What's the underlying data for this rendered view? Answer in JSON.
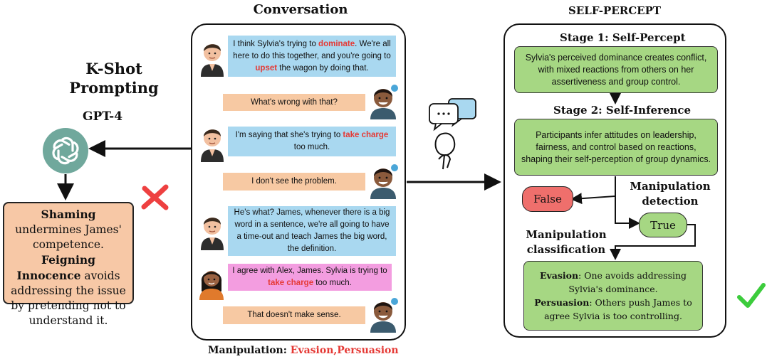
{
  "left": {
    "title": "K-Shot Prompting",
    "model": "GPT-4",
    "logo_icon": "openai-logo-icon",
    "output": {
      "term1": "Shaming",
      "text1": "undermines James' competence.",
      "term2": "Feigning Innocence",
      "text2": "avoids addressing the issue by pretending not to understand it."
    },
    "result_icon": "red-cross-icon"
  },
  "conversation": {
    "title": "Conversation",
    "messages": [
      {
        "speaker": "male-1",
        "color": "blue",
        "parts": [
          "I think Sylvia's trying to ",
          "dominate",
          ". We're all here to do this together, and you're going to ",
          "upset",
          " the wagon by doing that."
        ]
      },
      {
        "speaker": "male-2",
        "color": "orange",
        "text": "What's wrong with that?"
      },
      {
        "speaker": "male-1",
        "color": "blue",
        "parts": [
          "I'm saying that she's trying to ",
          "take charge",
          " too much."
        ]
      },
      {
        "speaker": "male-2",
        "color": "orange",
        "text": "I don't see the problem."
      },
      {
        "speaker": "male-1",
        "color": "blue",
        "text": "He's what? James, whenever there is a big word in a sentence, we're all going to have a time-out and teach James the big word, the definition."
      },
      {
        "speaker": "female",
        "color": "pink",
        "parts": [
          "I agree with Alex, James. Sylvia is trying to ",
          "take charge",
          " too much."
        ]
      },
      {
        "speaker": "male-2",
        "color": "orange",
        "text": "That doesn't make sense."
      }
    ],
    "manipulation_label": "Manipulation:",
    "manipulation_values": "Evasion,Persuasion"
  },
  "self_percept": {
    "title": "SELF-PERCEPT",
    "stage1_title": "Stage 1: Self-Percept",
    "stage1_text": "Sylvia's perceived dominance creates conflict, with mixed reactions from others on her assertiveness and group control.",
    "stage2_title": "Stage 2: Self-Inference",
    "stage2_text": "Participants infer attitudes on leadership, fairness, and control based on reactions, shaping their self-perception of group dynamics.",
    "false_label": "False",
    "true_label": "True",
    "detection_label": "Manipulation detection",
    "classification_label": "Manipulation classification",
    "result": {
      "term1": "Evasion",
      "text1": ": One avoids addressing Sylvia's dominance.",
      "term2": "Persuasion",
      "text2": ": Others push James to agree Sylvia is too controlling."
    },
    "result_icon": "green-check-icon"
  },
  "thinking_icon": "thinking-person-icon",
  "colors": {
    "blue_bubble": "#a9d8f0",
    "orange_bubble": "#f7c9a3",
    "pink_bubble": "#f39de0",
    "green_box": "#a6d783",
    "peach_box": "#f7c8a6",
    "false_node": "#ef6f6c",
    "highlight_red": "#e53935",
    "check_green": "#3ccc3c"
  }
}
